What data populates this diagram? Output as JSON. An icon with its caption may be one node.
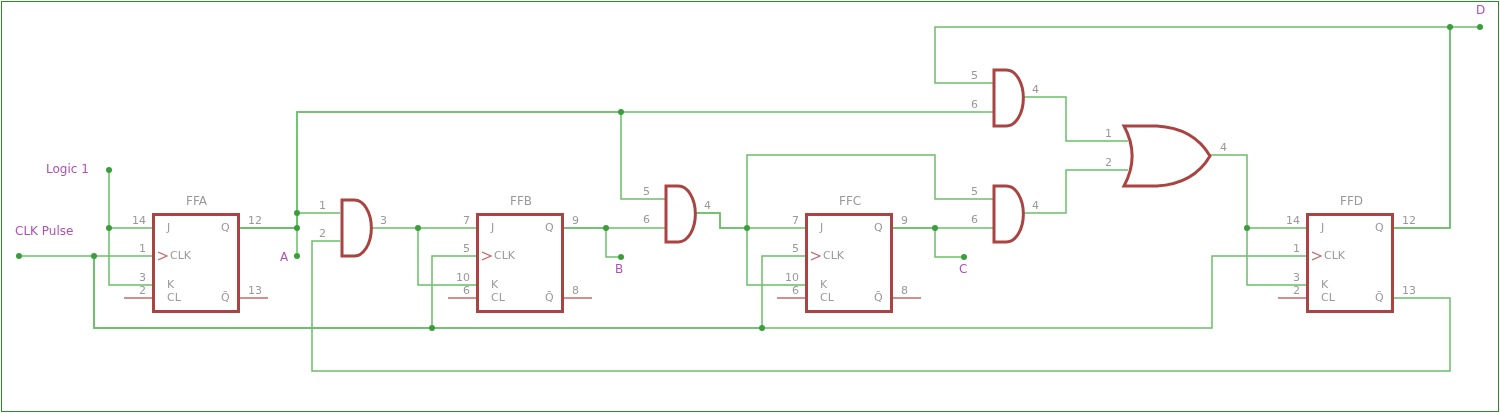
{
  "diagram": {
    "nodes": [
      {
        "text": [
          "Logic 1"
        ]
      },
      {
        "text": [
          "CLK Pulse"
        ]
      },
      {
        "text": [
          "FFA",
          "J",
          "CLK",
          "K",
          "CL",
          "Q",
          "Q̄"
        ],
        "beside": [
          "14",
          "1",
          "3",
          "2",
          "12",
          "13"
        ]
      },
      {
        "text": [],
        "shape": "and",
        "beside": [
          "1",
          "2",
          "3"
        ]
      },
      {
        "text": [
          "A"
        ]
      },
      {
        "text": [
          "FFB",
          "J",
          "CLK",
          "K",
          "CL",
          "Q",
          "Q̄"
        ],
        "beside": [
          "7",
          "5",
          "10",
          "6",
          "9",
          "8"
        ]
      },
      {
        "text": [
          "B"
        ]
      },
      {
        "text": [],
        "shape": "and",
        "beside": [
          "5",
          "6",
          "4"
        ]
      },
      {
        "text": [
          "FFC",
          "J",
          "CLK",
          "K",
          "CL",
          "Q",
          "Q̄"
        ],
        "beside": [
          "7",
          "5",
          "10",
          "6",
          "9",
          "8"
        ]
      },
      {
        "text": [
          "C"
        ]
      },
      {
        "text": [],
        "shape": "and",
        "beside": [
          "5",
          "6",
          "4"
        ]
      },
      {
        "text": [],
        "shape": "and",
        "beside": [
          "5",
          "6",
          "4"
        ]
      },
      {
        "text": [],
        "shape": "or",
        "beside": [
          "1",
          "2",
          "4"
        ]
      },
      {
        "text": [
          "FFD",
          "J",
          "CLK",
          "K",
          "CL",
          "Q",
          "Q̄"
        ],
        "beside": [
          "14",
          "1",
          "3",
          "2",
          "12",
          "13"
        ]
      },
      {
        "text": [
          "D"
        ]
      }
    ],
    "edges": [
      {
        "from": 0,
        "to": 2,
        "arrow": "none"
      },
      {
        "from": 1,
        "to": 2,
        "arrow": "none"
      },
      {
        "from": 1,
        "to": 5,
        "arrow": "none"
      },
      {
        "from": 1,
        "to": 8,
        "arrow": "none"
      },
      {
        "from": 1,
        "to": 13,
        "arrow": "none"
      },
      {
        "from": 2,
        "to": 3,
        "arrow": "none"
      },
      {
        "from": 2,
        "to": 4,
        "arrow": "none"
      },
      {
        "from": 2,
        "to": 10,
        "arrow": "none"
      },
      {
        "from": 2,
        "to": 7,
        "arrow": "none"
      },
      {
        "from": 3,
        "to": 5,
        "arrow": "none"
      },
      {
        "from": 5,
        "to": 7,
        "arrow": "none"
      },
      {
        "from": 5,
        "to": 6,
        "arrow": "none"
      },
      {
        "from": 7,
        "to": 8,
        "arrow": "none"
      },
      {
        "from": 7,
        "to": 11,
        "arrow": "none"
      },
      {
        "from": 8,
        "to": 11,
        "arrow": "none"
      },
      {
        "from": 8,
        "to": 9,
        "arrow": "none"
      },
      {
        "from": 10,
        "to": 12,
        "arrow": "none"
      },
      {
        "from": 11,
        "to": 12,
        "arrow": "none"
      },
      {
        "from": 12,
        "to": 13,
        "arrow": "none"
      },
      {
        "from": 13,
        "to": 14,
        "arrow": "none"
      },
      {
        "from": 13,
        "to": 10,
        "arrow": "none"
      },
      {
        "from": 13,
        "to": 3,
        "arrow": "none"
      }
    ]
  }
}
